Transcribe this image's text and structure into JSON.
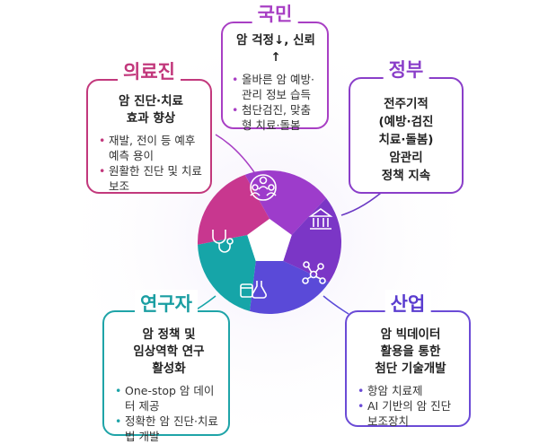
{
  "colors": {
    "pink": "#c2387c",
    "purple": "#9d3ccb",
    "indigo": "#6a38c4",
    "violet": "#5a4ad8",
    "teal": "#16a5a8",
    "magenta": "#c8378f"
  },
  "citizen": {
    "title": "국민",
    "sub": "암 걱정↓, 신뢰↑",
    "items": [
      "올바른 암 예방·관리 정보 습득",
      "첨단검진, 맞춤형 치료·돌봄"
    ],
    "icon": "people-icon"
  },
  "medical": {
    "title": "의료진",
    "sub": [
      "암 진단·치료",
      "효과 향상"
    ],
    "items": [
      "재발, 전이 등 예후 예측 용이",
      "원활한 진단 및 치료 보조"
    ],
    "icon": "stethoscope-icon"
  },
  "government": {
    "title": "정부",
    "sub": [
      "전주기적",
      "(예방·검진",
      "치료·돌봄)",
      "암관리",
      "정책 지속"
    ],
    "icon": "government-building-icon"
  },
  "researcher": {
    "title": "연구자",
    "sub": [
      "암 정책 및",
      "임상역학 연구",
      "활성화"
    ],
    "items": [
      "One-stop 암 데이터 제공",
      "정확한 암 진단·치료법 개발"
    ],
    "icon": "lab-icon"
  },
  "industry": {
    "title": "산업",
    "sub": [
      "암 빅데이터",
      "활용을 통한",
      "첨단 기술개발"
    ],
    "items": [
      "항암 치료제",
      "AI 기반의 암 진단 보조장치"
    ],
    "icon": "network-icon"
  }
}
